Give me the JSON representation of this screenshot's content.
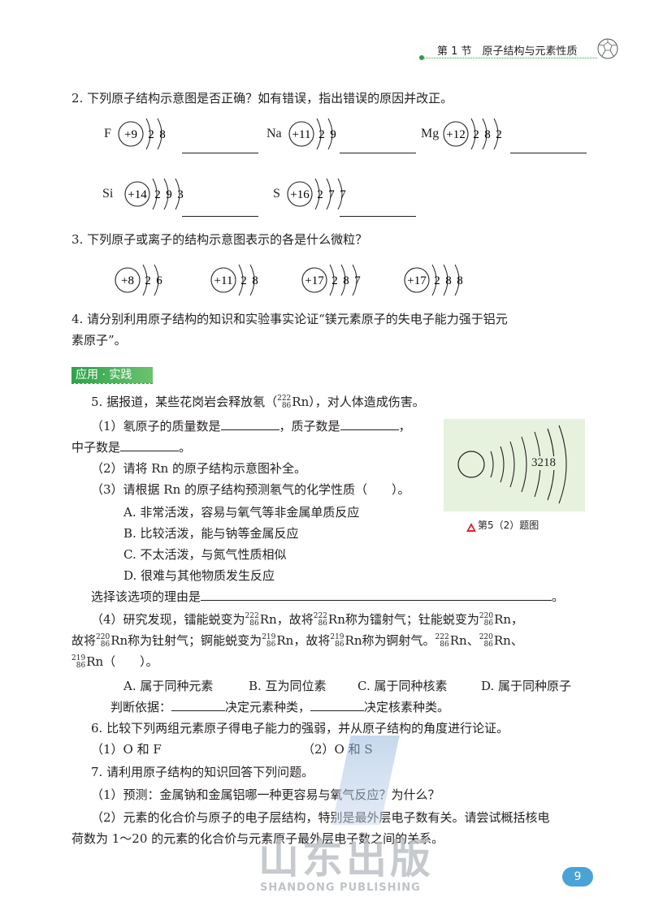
{
  "header": {
    "title": "第 1 节　原子结构与元素性质"
  },
  "q2": {
    "text": "2. 下列原子结构示意图是否正确？如有错误，指出错误的原因并改正。",
    "diagrams": [
      {
        "element": "F",
        "nucleus": "+9",
        "shells": "2 8"
      },
      {
        "element": "Na",
        "nucleus": "+11",
        "shells": "2 9"
      },
      {
        "element": "Mg",
        "nucleus": "+12",
        "shells": "2 8 2"
      },
      {
        "element": "Si",
        "nucleus": "+14",
        "shells": "2 9 3"
      },
      {
        "element": "S",
        "nucleus": "+16",
        "shells": "2 7 7"
      }
    ]
  },
  "q3": {
    "text": "3. 下列原子或离子的结构示意图表示的各是什么微粒？",
    "diagrams": [
      {
        "nucleus": "+8",
        "shells": "2 6"
      },
      {
        "nucleus": "+11",
        "shells": "2 8"
      },
      {
        "nucleus": "+17",
        "shells": "2 8 7"
      },
      {
        "nucleus": "+17",
        "shells": "2 8 8"
      }
    ]
  },
  "q4": {
    "line1": "4. 请分别利用原子结构的知识和实验事实论证“镁元素原子的失电子能力强于铝元",
    "line2": "素原子”。"
  },
  "section": {
    "label": "应用 · 实践"
  },
  "q5": {
    "line_a": "5. 据报道，某些花岗岩会释放氡（",
    "line_a_end": "），对人体造成伤害。",
    "rn": {
      "mass": "222",
      "atomic": "86",
      "symbol": "Rn"
    },
    "p1_a": "（1）氡原子的质量数是",
    "p1_b": "，质子数是",
    "p1_c": "，",
    "p1_d": "中子数是",
    "p1_e": "。",
    "p2": "（2）请将 Rn 的原子结构示意图补全。",
    "p3": "（3）请根据 Rn 的原子结构预测氡气的化学性质（　　）。",
    "options": [
      "A. 非常活泼，容易与氧气等非金属单质反应",
      "B. 比较活泼，能与钠等金属反应",
      "C. 不太活泼，与氮气性质相似",
      "D. 很难与其他物质发生反应"
    ],
    "reason": "选择该选项的理由是",
    "reason_end": "。",
    "figure_shells": "3218",
    "figure_caption": "第5（2）题图",
    "p4_1a": "（4）研究发现，镭能蜕变为",
    "p4_1b": "，故将",
    "p4_1c": "称为镭射气；钍能蜕变为",
    "p4_2a": "故将",
    "p4_2b": "称为钍射气；锕能蜕变为",
    "p4_2c": "，故将",
    "p4_2d": "称为锕射气。",
    "p4_3": "（　　）。",
    "iso": {
      "m222": "222",
      "m220": "220",
      "m219": "219",
      "z86": "86",
      "rn": "Rn"
    },
    "p4_options": [
      "A. 属于同种元素",
      "B. 互为同位素",
      "C. 属于同种核素",
      "D. 属于同种原子"
    ],
    "judge_a": "判断依据：",
    "judge_b": "决定元素种类，",
    "judge_c": "决定核素种类。"
  },
  "q6": {
    "text": "6. 比较下列两组元素原子得电子能力的强弱，并从原子结构的角度进行论证。",
    "a": "（1）O 和 F",
    "b": "（2）O 和 S"
  },
  "q7": {
    "text": "7. 请利用原子结构的知识回答下列问题。",
    "p1": "（1）预测：金属钠和金属铝哪一种更容易与氧气反应？为什么？",
    "p2_line1": "（2）元素的化合价与原子的电子层结构，特别是最外层电子数有关。请尝试概括核电",
    "p2_line2": "荷数为 1～20 的元素的化合价与元素原子最外层电子数之间的关系。"
  },
  "footer": {
    "watermark": "山东出版",
    "watermark_sub": "SHANDONG PUBLISHING",
    "page_number": "9"
  }
}
